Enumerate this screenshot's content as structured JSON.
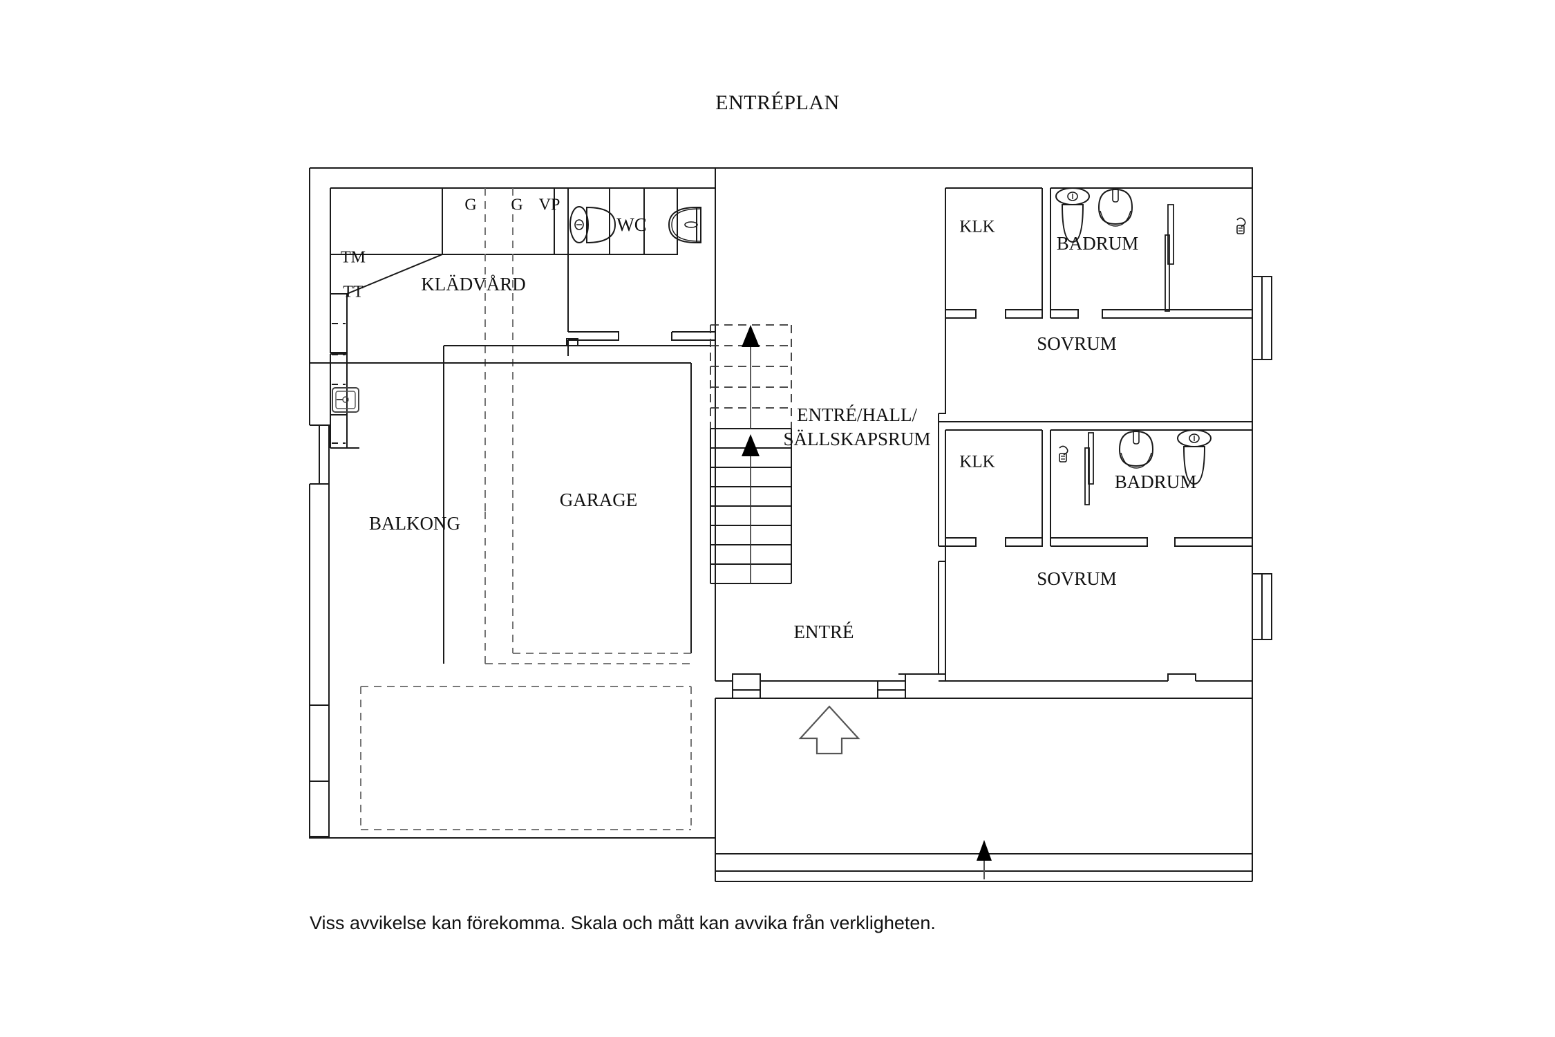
{
  "document": {
    "title": "ENTRÉPLAN",
    "caption": "Viss avvikelse kan förekomma. Skala och mått kan avvika från verkligheten.",
    "line_color": "#1a1a1a",
    "dashed_color": "#666666",
    "background": "#ffffff"
  },
  "rooms": {
    "kladvard": "KLÄDVÅRD",
    "wc": "WC",
    "balkong": "BALKONG",
    "garage": "GARAGE",
    "entre_hall_line1": "ENTRÉ/HALL/",
    "entre_hall_line2": "SÄLLSKAPSRUM",
    "entre": "ENTRÉ",
    "klk_top": "KLK",
    "klk_bottom": "KLK",
    "badrum_top": "BADRUM",
    "badrum_bottom": "BADRUM",
    "sovrum_top": "SOVRUM",
    "sovrum_bottom": "SOVRUM"
  },
  "fixtures": {
    "cabinet_g1": "G",
    "cabinet_g2": "G",
    "cabinet_vp": "VP",
    "washing_machine": "TM",
    "tumble_dryer": "TT"
  },
  "symbols": {
    "stair_up_arrow_upper": "stair-direction-arrow",
    "stair_up_arrow_lower": "stair-direction-arrow",
    "entrance_arrow": "entrance-direction-arrow",
    "terrace_step_arrow": "terrace-step-arrow",
    "toilet_top_bathroom": "toilet-icon",
    "sink_top_bathroom": "sink-icon",
    "shower_top_bathroom": "shower-icon",
    "toilet_bottom_bathroom": "toilet-icon",
    "sink_bottom_bathroom": "sink-icon",
    "shower_bottom_bathroom": "shower-icon",
    "toilet_wc": "toilet-icon",
    "sink_wc": "sink-icon",
    "laundry_sink": "laundry-sink-icon"
  }
}
